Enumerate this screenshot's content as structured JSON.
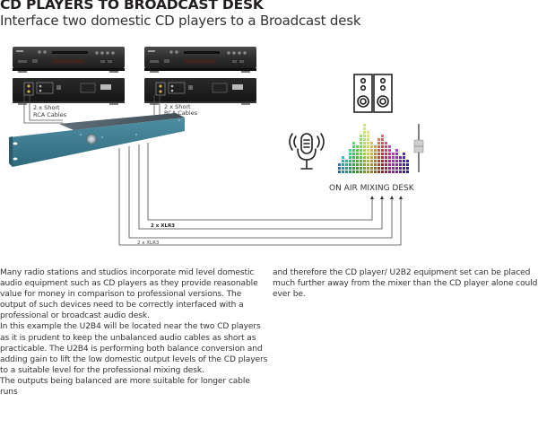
{
  "header": {
    "title": "CD PLAYERS TO BROADCAST DESK",
    "subtitle": "Interface two domestic CD players to a Broadcast desk"
  },
  "diagram": {
    "cd_player_count": 2,
    "rca_label_line1": "2 x Short",
    "rca_label_line2": "RCA Cables",
    "xlr_label_inner": "2 x XLR3",
    "xlr_label_outer": "2 x XLR3",
    "mixing_desk_label": "ON AIR MIXING DESK",
    "icons": [
      "cd-player-front",
      "cd-player-rear",
      "u2b4-rack-unit",
      "speaker-icon",
      "microphone-icon",
      "equalizer-icon",
      "fader-icon",
      "arrow-up-icon"
    ],
    "colors": {
      "rack_unit": "#3f7e93",
      "cd_player": "#2b2b2b",
      "cable": "#444444"
    }
  },
  "body": {
    "col1_paragraphs": [
      "Many radio stations and studios incorporate mid level domestic audio equipment such as CD players as they provide reasonable value for money in comparison to professional versions. The output of such devices need to be correctly interfaced with a professional or broadcast audio desk.",
      "In this example the U2B4 will be located near the two CD players as it is prudent to keep the unbalanced audio cables as short as practicable. The U2B4 is performing both balance conversion and adding gain to lift the low domestic output levels of the CD players to a suitable level for the professional mixing desk.",
      "The outputs being balanced are more suitable for longer cable runs"
    ],
    "col2_paragraphs": [
      "and therefore the CD player/ U2B2 equipment set can be placed much further away from the mixer than the CD player alone could ever be."
    ]
  }
}
